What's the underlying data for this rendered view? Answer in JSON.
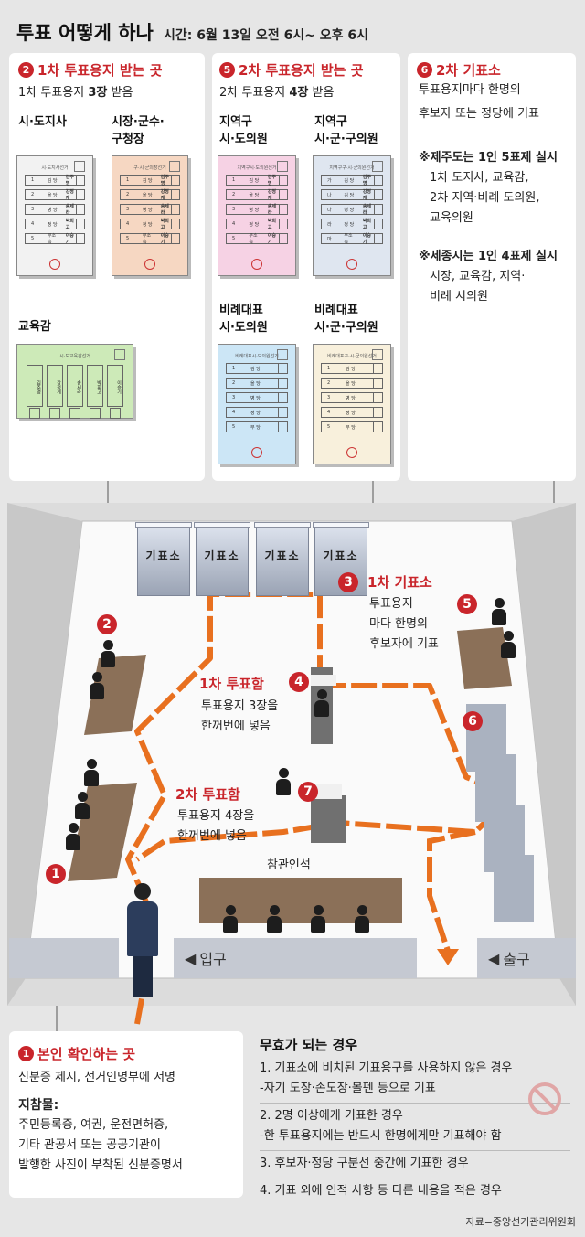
{
  "header": {
    "title": "투표 어떻게 하나",
    "subtitle": "시간: 6월 13일 오전 6시~ 오후 6시"
  },
  "panel1": {
    "num": "2",
    "title": "1차 투표용지 받는 곳",
    "sub_a": "1차 투표용지 ",
    "sub_b": "3장",
    "sub_c": " 받음",
    "label_governor": "시·도지사",
    "label_mayor_1": "시장·군수·",
    "label_mayor_2": "구청장",
    "label_edu": "교육감"
  },
  "panel2": {
    "num": "5",
    "title": "2차 투표용지 받는 곳",
    "sub_a": "2차 투표용지 ",
    "sub_b": "4장",
    "sub_c": " 받음",
    "label_a1": "지역구",
    "label_a2": "시·도의원",
    "label_b1": "지역구",
    "label_b2": "시·군·구의원",
    "label_c1": "비례대표",
    "label_c2": "시·도의원",
    "label_d1": "비례대표",
    "label_d2": "시·군·구의원"
  },
  "panel3": {
    "num": "6",
    "title": "2차 기표소",
    "line1": "투표용지마다 한명의",
    "line2": "후보자 또는 정당에 기표",
    "jeju_title": "※제주도는 1인 5표제 실시",
    "jeju_1": "1차 도지사, 교육감,",
    "jeju_2": "2차 지역·비례 도의원,",
    "jeju_3": "교육의원",
    "sejong_title": "※세종시는 1인 4표제 실시",
    "sejong_1": "시장, 교육감, 지역·",
    "sejong_2": "비례 시의원"
  },
  "ballots": {
    "governor": {
      "title": "시·도지사선거",
      "rows": [
        [
          "1",
          "김 당",
          "김주명"
        ],
        [
          "2",
          "을 당",
          "강정게"
        ],
        [
          "3",
          "병 당",
          "송세라"
        ],
        [
          "4",
          "정 당",
          "박희고"
        ],
        [
          "5",
          "무소속",
          "이승기"
        ]
      ]
    },
    "mayor": {
      "title": "구·시·군의장선거",
      "rows": [
        [
          "1",
          "김 당",
          "김주명"
        ],
        [
          "2",
          "을 당",
          "강정게"
        ],
        [
          "3",
          "병 당",
          "송세라"
        ],
        [
          "4",
          "정 당",
          "박희고"
        ],
        [
          "5",
          "무소속",
          "이승기"
        ]
      ]
    },
    "edu": {
      "title": "시·도교육감선거",
      "cols": [
        "김주명",
        "강정게",
        "송세라",
        "박희고",
        "이승기"
      ]
    },
    "local_provincial": {
      "title": "지역구시·도의원선거",
      "rows": [
        [
          "1",
          "김 당",
          "김주명"
        ],
        [
          "2",
          "을 당",
          "강정게"
        ],
        [
          "3",
          "병 당",
          "송세라"
        ],
        [
          "4",
          "정 당",
          "박희고"
        ],
        [
          "5",
          "무소속",
          "이승기"
        ]
      ]
    },
    "local_city": {
      "title": "지역구구·시·군의원선거",
      "rows": [
        [
          "가",
          "김 당",
          "김주명"
        ],
        [
          "나",
          "김 당",
          "강정게"
        ],
        [
          "다",
          "병 당",
          "송세라"
        ],
        [
          "라",
          "정 당",
          "박희고"
        ],
        [
          "마",
          "무소속",
          "이승기"
        ]
      ]
    },
    "prop_provincial": {
      "title": "비례대표시·도의원선거",
      "rows": [
        [
          "1",
          "김 당"
        ],
        [
          "2",
          "을 당"
        ],
        [
          "3",
          "병 당"
        ],
        [
          "4",
          "정 당"
        ],
        [
          "5",
          "무 당"
        ]
      ]
    },
    "prop_city": {
      "title": "비례대표구·시·군의원선거",
      "rows": [
        [
          "1",
          "김 당"
        ],
        [
          "2",
          "을 당"
        ],
        [
          "3",
          "병 당"
        ],
        [
          "4",
          "정 당"
        ],
        [
          "5",
          "무 당"
        ]
      ]
    }
  },
  "booths": [
    "기표소",
    "기표소",
    "기표소",
    "기표소"
  ],
  "diagram": {
    "d1": "1",
    "d2": "2",
    "d3": "3",
    "d4": "4",
    "d5": "5",
    "d6": "6",
    "d7": "7",
    "booth1_title": "1차 기표소",
    "booth1_l1": "투표용지",
    "booth1_l2": "마다 한명의",
    "booth1_l3": "후보자에 기표",
    "box1_title": "1차 투표함",
    "box1_l1": "투표용지 3장을",
    "box1_l2": "한꺼번에 넣음",
    "box2_title": "2차 투표함",
    "box2_l1": "투표용지 4장을",
    "box2_l2": "한꺼번에 넣음",
    "observers": "참관인석",
    "entrance": "입구",
    "exit": "출구",
    "arrow": "◀"
  },
  "panel4": {
    "num": "1",
    "title": "본인 확인하는 곳",
    "line1": "신분증 제시, 선거인명부에 서명",
    "items_title": "지참물:",
    "item1": "주민등록증, 여권, 운전면허증,",
    "item2": "기타 관공서 또는 공공기관이",
    "item3": "발행한 사진이 부착된 신분증명서"
  },
  "invalid": {
    "title": "무효가 되는 경우",
    "c1a": "1. 기표소에 비치된 기표용구를 사용하지 않은 경우",
    "c1b": "-자기 도장·손도장·볼펜 등으로 기표",
    "c2a": "2. 2명 이상에게 기표한 경우",
    "c2b": "-한 투표용지에는 반드시 한명에게만 기표해야 함",
    "c3": "3. 후보자·정당 구분선 중간에 기표한 경우",
    "c4": "4. 기표 외에 인적 사항 등 다른 내용을 적은 경우"
  },
  "source": "자료=중앙선거관리위원회",
  "colors": {
    "accent": "#c9252b",
    "path": "#e8701f",
    "gov": "#f2f2f2",
    "mayor": "#f6d7c2",
    "edu": "#cdeab8",
    "local_prov": "#f6d2e4",
    "local_city": "#dfe6f0",
    "prop_prov": "#cce6f6",
    "prop_city": "#f8f0dc"
  }
}
